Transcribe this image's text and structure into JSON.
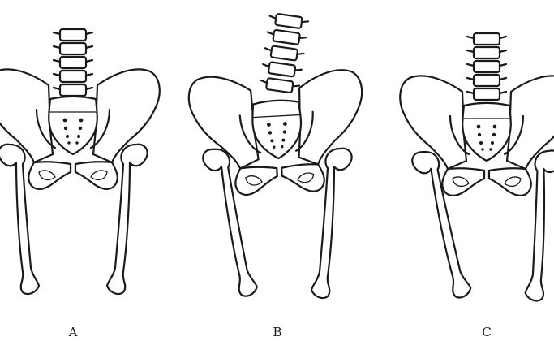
{
  "panels": [
    {
      "id": "A",
      "label": "A"
    },
    {
      "id": "B",
      "label": "B"
    },
    {
      "id": "C",
      "label": "C"
    }
  ]
}
